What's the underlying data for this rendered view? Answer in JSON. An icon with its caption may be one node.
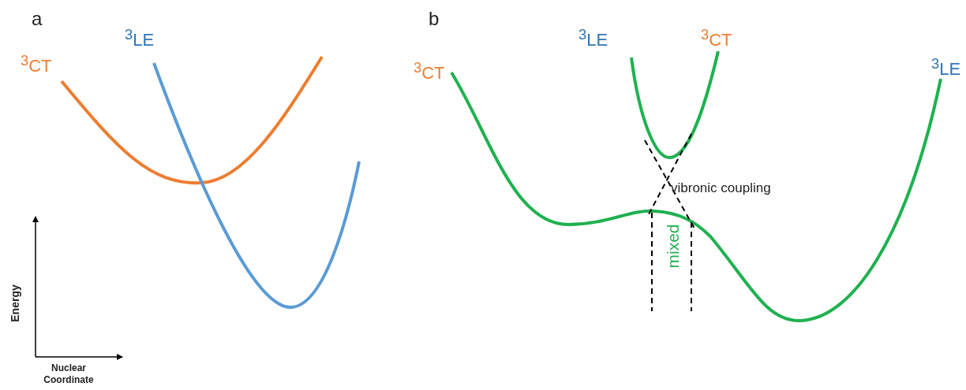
{
  "diagram": {
    "labels": [
      "a",
      "b",
      "$^{3}$LE",
      "$^{3}$LE",
      "$^{3}$CT",
      "$^{3}$CT",
      "$^{3}$CT",
      "$^{3}$LE",
      "vibronic coupling",
      "mixed",
      "Energy",
      "Nuclear Coordinate"
    ]
  }
}
